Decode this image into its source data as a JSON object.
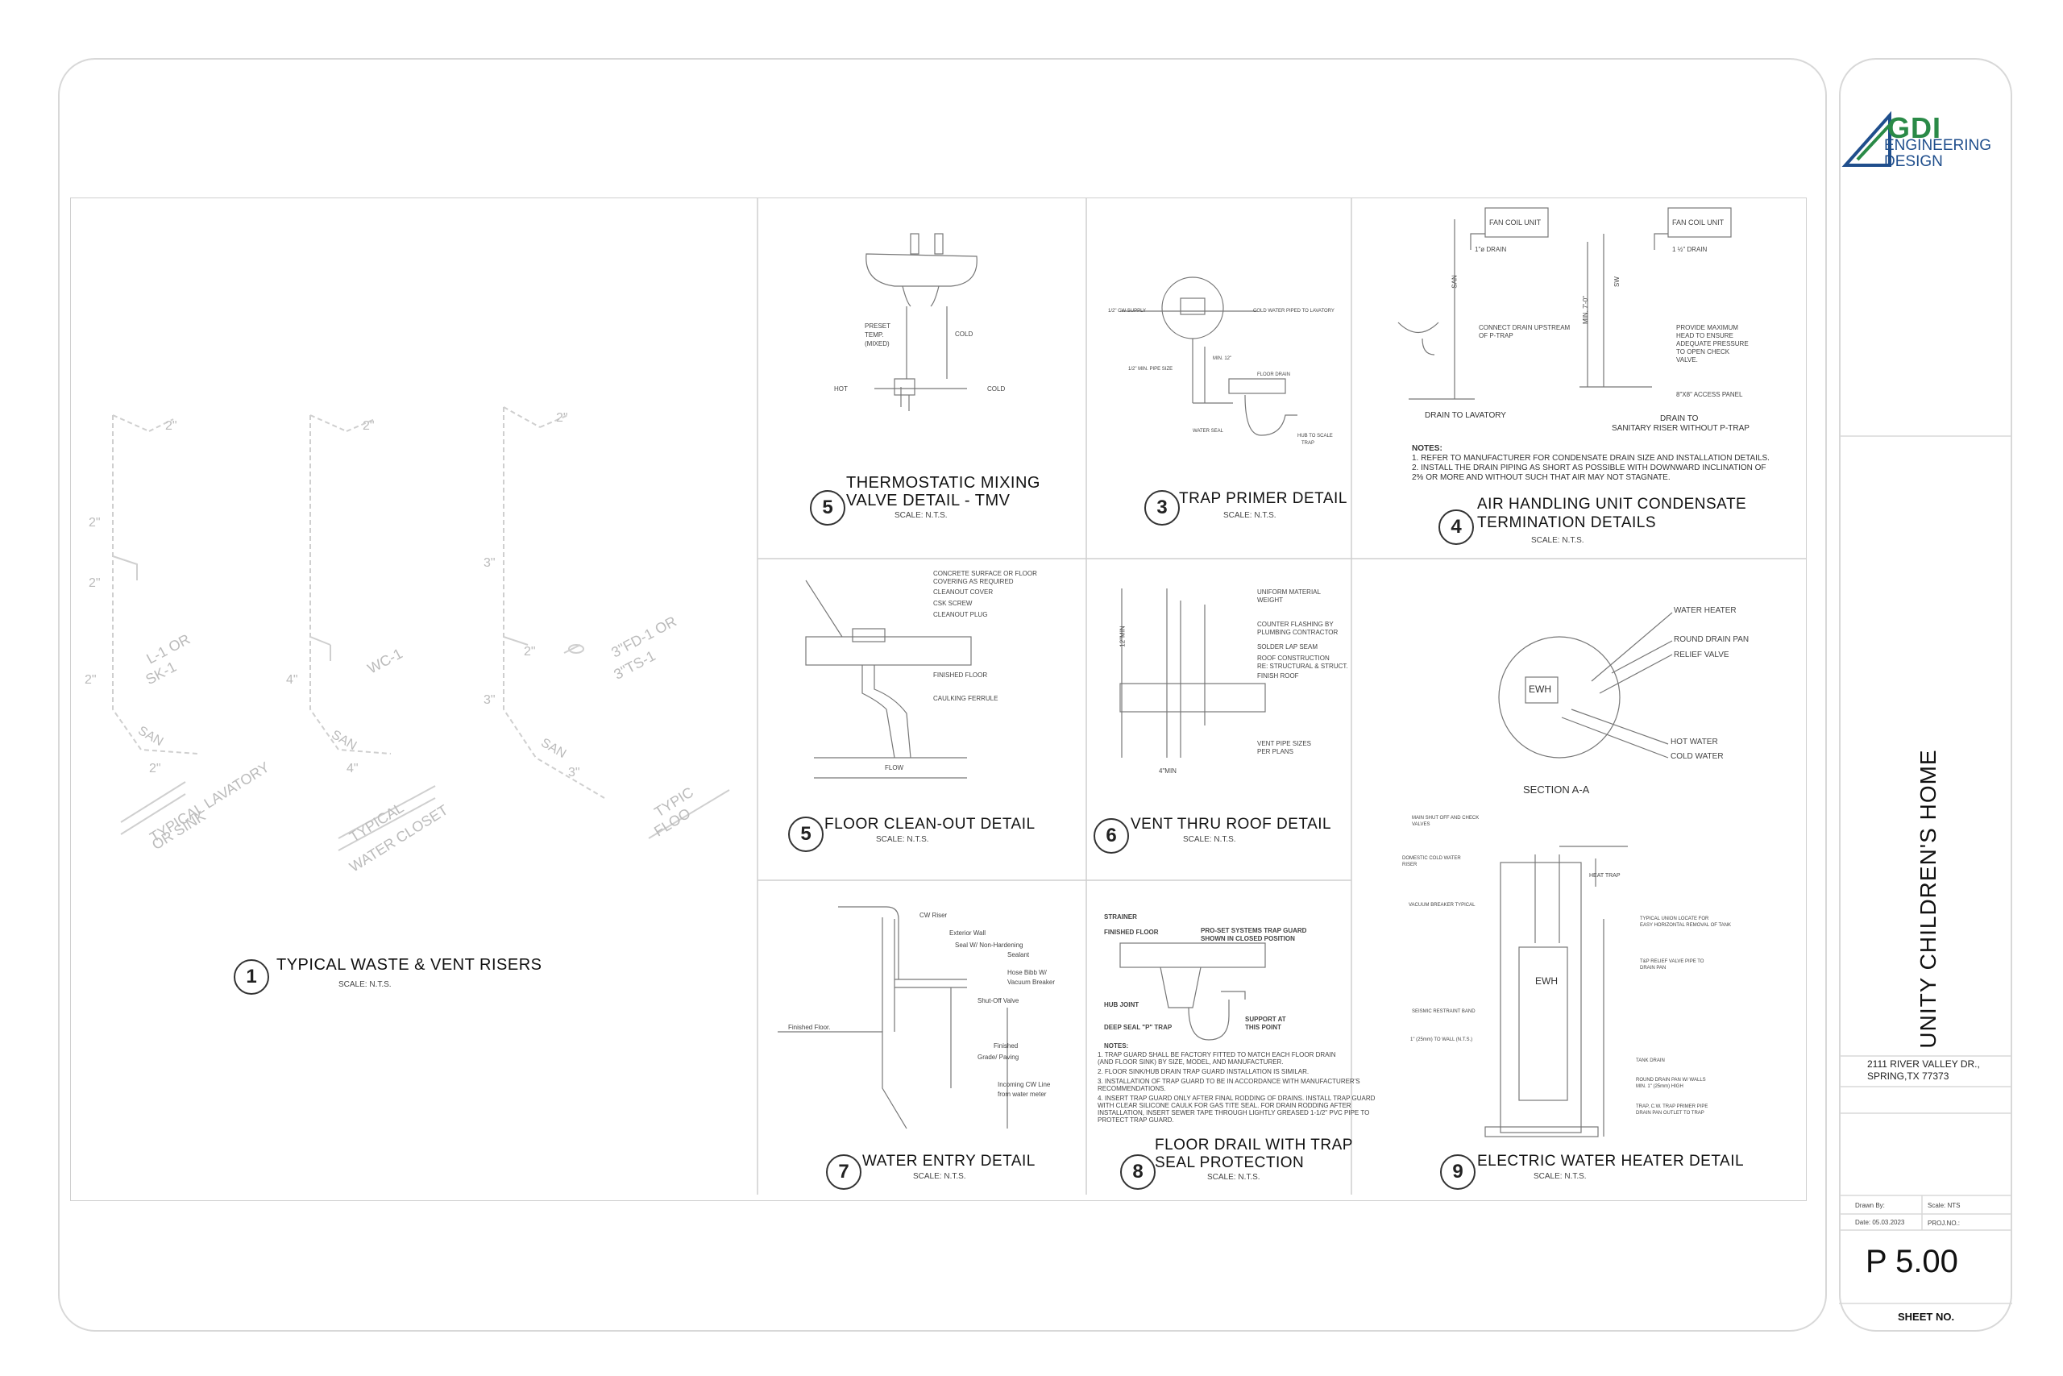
{
  "company": {
    "initials": "GDI",
    "line1": "ENGINEERING",
    "line2": "DESIGN",
    "accent": "#2a8a47",
    "blue": "#1f4e8c"
  },
  "project": {
    "name": "UNITY CHILDREN'S HOME",
    "address1": "2111 RIVER VALLEY DR.,",
    "address2": "SPRING,TX 77373"
  },
  "titleblock": {
    "drawn_by": "Drawn By:",
    "scale": "Scale: NTS",
    "date": "Date:   05.03.2023",
    "proj_no": "PROJ.NO.:",
    "sheet": "P 5.00",
    "sheet_label": "SHEET NO."
  },
  "details": {
    "d1": {
      "num": "1",
      "title": "TYPICAL WASTE & VENT RISERS",
      "scale": "SCALE: N.T.S.",
      "labels": {
        "l1": "2\"",
        "l2": "2\"",
        "l3": "2\"",
        "l4": "2\"",
        "l5": "2\"",
        "l6": "4\"",
        "l7": "2\"",
        "l8": "3\"",
        "l9": "3\"",
        "l10": "2\"",
        "san1": "SAN",
        "san2": "SAN",
        "san3": "SAN",
        "d2": "2\"",
        "d4": "4\"",
        "d3": "3\"",
        "fx1": "L-1 OR",
        "fx1b": "SK-1",
        "fx2": "WC-1",
        "fx3": "3\"FD-1 OR",
        "fx3b": "3\"TS-1",
        "t1": "TYPICAL LAVATORY",
        "t1b": "OR SINK",
        "t2": "TYPICAL",
        "t2b": "WATER CLOSET",
        "t3": "TYPIC",
        "t3b": "FLOO"
      }
    },
    "d5a": {
      "num": "5",
      "title1": "THERMOSTATIC MIXING",
      "title2": "VALVE DETAIL - TMV",
      "scale": "SCALE: N.T.S.",
      "preset": "PRESET",
      "temp": "TEMP.",
      "mixed": "(MIXED)",
      "cold1": "COLD",
      "hot": "HOT",
      "cold2": "COLD"
    },
    "d3": {
      "num": "3",
      "title": "TRAP PRIMER DETAIL",
      "scale": "SCALE: N.T.S.",
      "a": "1/2\" CW SUPPLY",
      "b": "COLD WATER PIPED TO LAVATORY",
      "c": "MIN. 12\"",
      "d": "1/2\" MIN. PIPE SIZE",
      "e": "FLOOR DRAIN",
      "f": "WATER SEAL",
      "g": "HUB TO SCALE",
      "h": "TRAP"
    },
    "d4": {
      "num": "4",
      "title1": "AIR HANDLING UNIT CONDENSATE",
      "title2": "TERMINATION DETAILS",
      "scale": "SCALE: N.T.S.",
      "fcu1": "FAN COIL UNIT",
      "fcu2": "FAN COIL UNIT",
      "drain1": "1\"ø DRAIN",
      "drain2": "1 ½\" DRAIN",
      "san": "SAN",
      "sw": "SW",
      "min": "MIN. 7'-0\"",
      "connect1": "CONNECT DRAIN UPSTREAM",
      "connect2": "OF P-TRAP",
      "provide1": "PROVIDE MAXIMUM",
      "provide2": "HEAD TO ENSURE",
      "provide3": "ADEQUATE PRESSURE",
      "provide4": "TO OPEN CHECK",
      "provide5": "VALVE.",
      "access": "8\"X8\" ACCESS PANEL",
      "lav": "DRAIN TO LAVATORY",
      "riser1": "DRAIN TO",
      "riser2": "SANITARY RISER WITHOUT P-TRAP",
      "notes": "NOTES:",
      "n1": "1. REFER TO MANUFACTURER FOR CONDENSATE DRAIN SIZE AND INSTALLATION DETAILS.",
      "n2": "2. INSTALL THE DRAIN PIPING AS SHORT AS POSSIBLE WITH DOWNWARD INCLINATION OF",
      "n3": "2% OR MORE AND WITHOUT SUCH THAT AIR MAY NOT STAGNATE."
    },
    "d5b": {
      "num": "5",
      "title": "FLOOR CLEAN-OUT DETAIL",
      "scale": "SCALE: N.T.S.",
      "a": "CONCRETE SURFACE OR FLOOR",
      "a2": "COVERING AS REQUIRED",
      "b": "CLEANOUT COVER",
      "c": "CSK SCREW",
      "d": "CLEANOUT PLUG",
      "e": "FINISHED FLOOR",
      "f": "CAULKING FERRULE",
      "flow": "FLOW"
    },
    "d6": {
      "num": "6",
      "title": "VENT THRU ROOF DETAIL",
      "scale": "SCALE: N.T.S.",
      "a": "UNIFORM MATERIAL",
      "a2": "WEIGHT",
      "b": "COUNTER FLASHING BY",
      "b2": "PLUMBING CONTRACTOR",
      "c": "SOLDER LAP SEAM",
      "d": "ROOF CONSTRUCTION",
      "d2": "RE: STRUCTURAL & STRUCT.",
      "e": "FINISH ROOF",
      "f": "VENT PIPE SIZES",
      "f2": "PER PLANS",
      "g": "12\"MIN",
      "h": "4\"MIN"
    },
    "d7": {
      "num": "7",
      "title": "WATER ENTRY DETAIL",
      "scale": "SCALE: N.T.S.",
      "a": "CW Riser",
      "b": "Exterior Wall",
      "c": "Seal W/ Non-Hardening",
      "c2": "Sealant",
      "d": "Hose Bibb W/",
      "d2": "Vacuum Breaker",
      "e": "Shut-Off Valve",
      "f": "Finished Floor.",
      "g": "Finished",
      "g2": "Grade/ Paving",
      "h": "Incoming CW Line",
      "h2": "from water meter"
    },
    "d8": {
      "num": "8",
      "title1": "FLOOR DRAIL WITH TRAP",
      "title2": "SEAL PROTECTION",
      "scale": "SCALE: N.T.S.",
      "a": "STRAINER",
      "b": "FINISHED FLOOR",
      "c": "PRO-SET SYSTEMS TRAP GUARD",
      "c2": "SHOWN IN CLOSED POSITION",
      "d": "HUB JOINT",
      "e": "DEEP SEAL \"P\" TRAP",
      "f": "SUPPORT AT",
      "f2": "THIS POINT",
      "notes": "NOTES:",
      "n1": "1. TRAP GUARD SHALL BE FACTORY FITTED TO MATCH EACH FLOOR DRAIN",
      "n1b": "   (AND FLOOR SINK) BY SIZE, MODEL, AND MANUFACTURER.",
      "n2": "2. FLOOR SINK/HUB DRAIN TRAP GUARD INSTALLATION IS SIMILAR.",
      "n3": "3. INSTALLATION OF TRAP GUARD TO BE IN ACCORDANCE WITH MANUFACTURER'S",
      "n3b": "   RECOMMENDATIONS.",
      "n4": "4. INSERT TRAP GUARD ONLY AFTER FINAL RODDING OF DRAINS. INSTALL TRAP GUARD",
      "n4b": "   WITH CLEAR SILICONE CAULK FOR GAS TITE SEAL. FOR DRAIN RODDING AFTER",
      "n4c": "   INSTALLATION, INSERT SEWER TAPE THROUGH LIGHTLY GREASED 1-1/2\" PVC PIPE TO",
      "n4d": "   PROTECT TRAP GUARD."
    },
    "d9": {
      "num": "9",
      "title": "ELECTRIC WATER HEATER DETAIL",
      "scale": "SCALE: N.T.S.",
      "wh": "WATER HEATER",
      "pan": "ROUND DRAIN PAN",
      "rv": "RELIEF VALVE",
      "hw": "HOT WATER",
      "cw": "COLD WATER",
      "ewh": "EWH",
      "section": "SECTION A-A",
      "a": "MAIN SHUT OFF AND CHECK",
      "a2": "VALVES",
      "b": "DOMESTIC COLD WATER",
      "b2": "RISER",
      "c": "HEAT TRAP",
      "d": "VACUUM BREAKER TYPICAL",
      "e": "TYPICAL UNION LOCATE FOR",
      "e2": "EASY HORIZONTAL REMOVAL OF TANK",
      "f": "T&P RELIEF VALVE PIPE TO",
      "f2": "DRAIN PAN",
      "g": "SEISMIC RESTRAINT BAND",
      "h": "1\" (25mm) TO WALL (N.T.S.)",
      "i": "TANK DRAIN",
      "j": "ROUND DRAIN PAN W/ WALLS",
      "j2": "MIN. 1\" (25mm) HIGH",
      "k": "TRAP, C.W. TRAP PRIMER PIPE",
      "k2": "DRAIN PAN OUTLET TO TRAP",
      "ewh2": "EWH"
    }
  }
}
